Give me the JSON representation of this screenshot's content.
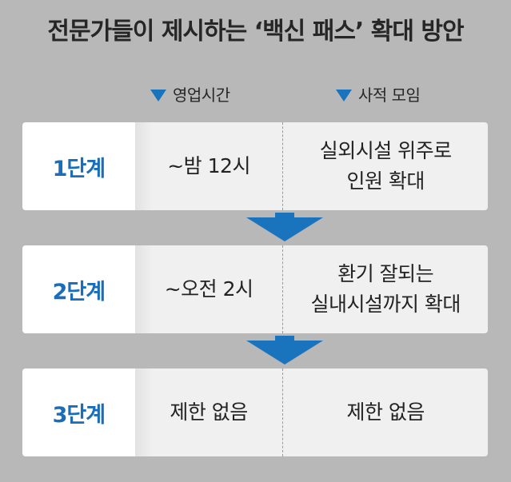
{
  "title": "전문가들이 제시하는 ‘백신 패스’ 확대 방안",
  "columns": {
    "hours": "영업시간",
    "gathering": "사적 모임"
  },
  "colors": {
    "accent": "#1a74bd",
    "stage_text": "#1a6db8",
    "background": "#b8b8b8",
    "cell_bg": "#f0f0f0"
  },
  "stages": [
    {
      "label": "1단계",
      "hours": "~밤 12시",
      "gathering_line1": "실외시설 위주로",
      "gathering_line2": "인원 확대"
    },
    {
      "label": "2단계",
      "hours": "~오전 2시",
      "gathering_line1": "환기 잘되는",
      "gathering_line2": "실내시설까지 확대"
    },
    {
      "label": "3단계",
      "hours": "제한 없음",
      "gathering_line1": "제한 없음",
      "gathering_line2": ""
    }
  ]
}
